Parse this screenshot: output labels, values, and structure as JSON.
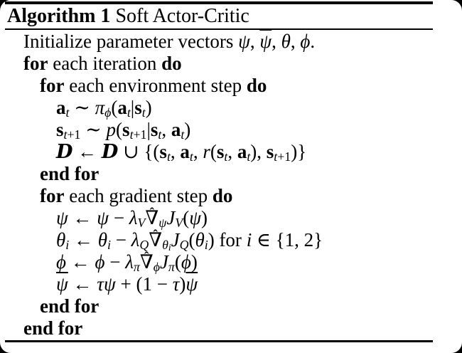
{
  "colors": {
    "text": "#000000",
    "paper": "#ffffff",
    "frame": "#000000"
  },
  "title": {
    "numbered": "Algorithm 1",
    "name": " Soft Actor-Critic"
  },
  "lines": [
    {
      "indent": 1,
      "tokens": [
        {
          "t": "Initialize parameter vectors ",
          "s": "r"
        },
        {
          "t": "ψ",
          "s": "i"
        },
        {
          "t": ", ",
          "s": "r"
        },
        {
          "t": "ψ",
          "s": "i bar"
        },
        {
          "t": ", ",
          "s": "r"
        },
        {
          "t": "θ",
          "s": "i"
        },
        {
          "t": ", ",
          "s": "r"
        },
        {
          "t": "ϕ",
          "s": "i"
        },
        {
          "t": ".",
          "s": "r"
        }
      ]
    },
    {
      "indent": 1,
      "tokens": [
        {
          "t": "for",
          "s": "b"
        },
        {
          "t": " each iteration ",
          "s": "r"
        },
        {
          "t": "do",
          "s": "b"
        }
      ]
    },
    {
      "indent": 2,
      "tokens": [
        {
          "t": "for",
          "s": "b"
        },
        {
          "t": " each environment step ",
          "s": "r"
        },
        {
          "t": "do",
          "s": "b"
        }
      ]
    },
    {
      "indent": 3,
      "tokens": [
        {
          "t": "a",
          "s": "mb"
        },
        {
          "t": "t",
          "s": "isub"
        },
        {
          "t": " ∼ ",
          "s": "r"
        },
        {
          "t": "π",
          "s": "i"
        },
        {
          "t": "ϕ",
          "s": "isub"
        },
        {
          "t": "(",
          "s": "r"
        },
        {
          "t": "a",
          "s": "mb"
        },
        {
          "t": "t",
          "s": "isub"
        },
        {
          "t": "|",
          "s": "r"
        },
        {
          "t": "s",
          "s": "mb"
        },
        {
          "t": "t",
          "s": "isub"
        },
        {
          "t": ")",
          "s": "r"
        }
      ]
    },
    {
      "indent": 3,
      "tokens": [
        {
          "t": "s",
          "s": "mb"
        },
        {
          "t": "t",
          "s": "isub"
        },
        {
          "t": "+1",
          "s": "sub"
        },
        {
          "t": " ∼ ",
          "s": "r"
        },
        {
          "t": "p",
          "s": "i"
        },
        {
          "t": "(",
          "s": "r"
        },
        {
          "t": "s",
          "s": "mb"
        },
        {
          "t": "t",
          "s": "isub"
        },
        {
          "t": "+1",
          "s": "sub"
        },
        {
          "t": "|",
          "s": "r"
        },
        {
          "t": "s",
          "s": "mb"
        },
        {
          "t": "t",
          "s": "isub"
        },
        {
          "t": ", ",
          "s": "r"
        },
        {
          "t": "a",
          "s": "mb"
        },
        {
          "t": "t",
          "s": "isub"
        },
        {
          "t": ")",
          "s": "r"
        }
      ]
    },
    {
      "indent": 3,
      "tokens": [
        {
          "t": "D",
          "s": "cal"
        },
        {
          "t": " ← ",
          "s": "r"
        },
        {
          "t": "D",
          "s": "cal"
        },
        {
          "t": " ∪ {(",
          "s": "r"
        },
        {
          "t": "s",
          "s": "mb"
        },
        {
          "t": "t",
          "s": "isub"
        },
        {
          "t": ", ",
          "s": "r"
        },
        {
          "t": "a",
          "s": "mb"
        },
        {
          "t": "t",
          "s": "isub"
        },
        {
          "t": ", ",
          "s": "r"
        },
        {
          "t": "r",
          "s": "i"
        },
        {
          "t": "(",
          "s": "r"
        },
        {
          "t": "s",
          "s": "mb"
        },
        {
          "t": "t",
          "s": "isub"
        },
        {
          "t": ", ",
          "s": "r"
        },
        {
          "t": "a",
          "s": "mb"
        },
        {
          "t": "t",
          "s": "isub"
        },
        {
          "t": "), ",
          "s": "r"
        },
        {
          "t": "s",
          "s": "mb"
        },
        {
          "t": "t",
          "s": "isub"
        },
        {
          "t": "+1",
          "s": "sub"
        },
        {
          "t": ")}",
          "s": "r"
        }
      ]
    },
    {
      "indent": 2,
      "tokens": [
        {
          "t": "end for",
          "s": "b"
        }
      ]
    },
    {
      "indent": 2,
      "tokens": [
        {
          "t": "for",
          "s": "b"
        },
        {
          "t": " each gradient step ",
          "s": "r"
        },
        {
          "t": "do",
          "s": "b"
        }
      ]
    },
    {
      "indent": 3,
      "tokens": [
        {
          "t": "ψ",
          "s": "i"
        },
        {
          "t": " ← ",
          "s": "r"
        },
        {
          "t": "ψ",
          "s": "i"
        },
        {
          "t": " − ",
          "s": "r"
        },
        {
          "t": "λ",
          "s": "i"
        },
        {
          "t": "V",
          "s": "isub"
        },
        {
          "t": "∇",
          "s": "hat"
        },
        {
          "t": "ψ",
          "s": "isub"
        },
        {
          "t": "J",
          "s": "i"
        },
        {
          "t": "V",
          "s": "isub"
        },
        {
          "t": "(",
          "s": "r"
        },
        {
          "t": "ψ",
          "s": "i"
        },
        {
          "t": ")",
          "s": "r"
        }
      ]
    },
    {
      "indent": 3,
      "tokens": [
        {
          "t": "θ",
          "s": "i"
        },
        {
          "t": "i",
          "s": "isub"
        },
        {
          "t": " ← ",
          "s": "r"
        },
        {
          "t": "θ",
          "s": "i"
        },
        {
          "t": "i",
          "s": "isub"
        },
        {
          "t": " − ",
          "s": "r"
        },
        {
          "t": "λ",
          "s": "i"
        },
        {
          "t": "Q",
          "s": "isub"
        },
        {
          "t": "∇",
          "s": "hat"
        },
        {
          "t": "θ",
          "s": "isub"
        },
        {
          "t": "i",
          "s": "isub2"
        },
        {
          "t": "J",
          "s": "i"
        },
        {
          "t": "Q",
          "s": "isub"
        },
        {
          "t": "(",
          "s": "r"
        },
        {
          "t": "θ",
          "s": "i"
        },
        {
          "t": "i",
          "s": "isub"
        },
        {
          "t": ") for ",
          "s": "r"
        },
        {
          "t": "i",
          "s": "i"
        },
        {
          "t": " ∈ {1, 2}",
          "s": "r"
        }
      ]
    },
    {
      "indent": 3,
      "tokens": [
        {
          "t": "ϕ",
          "s": "i"
        },
        {
          "t": " ← ",
          "s": "r"
        },
        {
          "t": "ϕ",
          "s": "i"
        },
        {
          "t": " − ",
          "s": "r"
        },
        {
          "t": "λ",
          "s": "i"
        },
        {
          "t": "π",
          "s": "isub"
        },
        {
          "t": "∇",
          "s": "hat"
        },
        {
          "t": "ϕ",
          "s": "isub"
        },
        {
          "t": "J",
          "s": "i"
        },
        {
          "t": "π",
          "s": "isub"
        },
        {
          "t": "(",
          "s": "r"
        },
        {
          "t": "ϕ",
          "s": "i"
        },
        {
          "t": ")",
          "s": "r"
        }
      ]
    },
    {
      "indent": 3,
      "tokens": [
        {
          "t": "ψ",
          "s": "i bar"
        },
        {
          "t": " ← ",
          "s": "r"
        },
        {
          "t": "τ",
          "s": "i"
        },
        {
          "t": "ψ",
          "s": "i"
        },
        {
          "t": " + (1 − ",
          "s": "r"
        },
        {
          "t": "τ",
          "s": "i"
        },
        {
          "t": ")",
          "s": "r"
        },
        {
          "t": "ψ",
          "s": "i bar"
        }
      ]
    },
    {
      "indent": 2,
      "tokens": [
        {
          "t": "end for",
          "s": "b"
        }
      ]
    },
    {
      "indent": 1,
      "tokens": [
        {
          "t": "end for",
          "s": "b"
        }
      ]
    }
  ]
}
